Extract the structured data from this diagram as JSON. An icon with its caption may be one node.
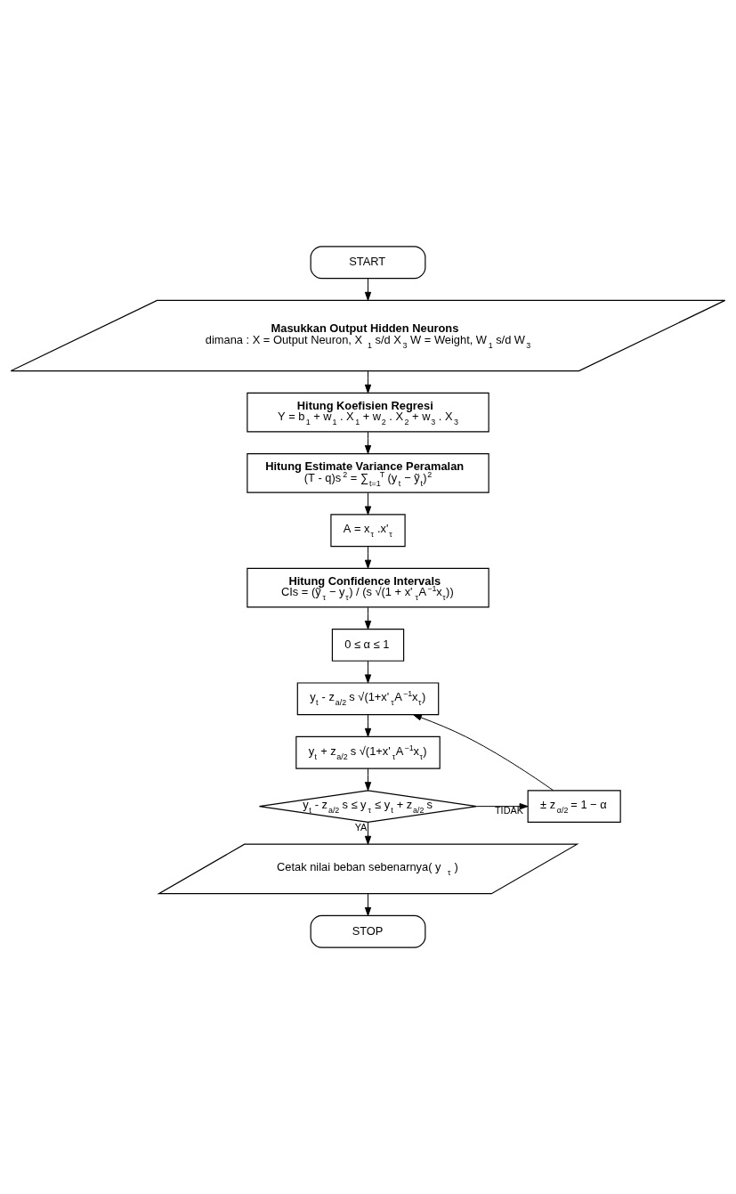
{
  "diagram": {
    "nodes": [
      {
        "text": [
          "START"
        ]
      },
      {
        "text": [
          "Masukkan Output Hidden Neurons",
          "dimana : X = Output Neuron, X$_{1}$ s/d X$_{3}$ W = Weight, W$_{1}$ s/d W$_{3}$"
        ]
      },
      {
        "text": [
          "Hitung Koefisien Regresi",
          "Y = b$_{1}$ + w$_{1}$ . X$_{1}$ + w$_{2}$ . X$_{2}$ + w$_{3}$ . X$_{3}$"
        ]
      },
      {
        "text": [
          "Hitung Estimate Variance Peramalan",
          "(T - q)s$^{2}$ = ∑$_{t=1}$$^{T}$ (y$_{t}$ − ỹ$_{t}$)$^{2}$"
        ]
      },
      {
        "text": [
          "A = x$_{τ}$ .x'$_{τ}$"
        ]
      },
      {
        "text": [
          "Hitung Confidence Intervals",
          "CIs = (ỹ$_{τ}$ − y$_{τ}$) / (s √(1 + x'$_{τ}$A$^{−1}$x$_{τ}$))"
        ]
      },
      {
        "text": [
          "0 ≤ α ≤ 1"
        ]
      },
      {
        "text": [
          "y$_{t}$ - z$_{a/2}$ s √(1+x'$_{τ}$A$^{−1}$x$_{τ}$)"
        ]
      },
      {
        "text": [
          "y$_{t}$ + z$_{a/2}$ s √(1+x'$_{τ}$A$^{−1}$x$_{τ}$)"
        ]
      },
      {
        "text": [
          "y$_{t}$ - z$_{a/2}$ s ≤ y$_{τ}$ ≤ y$_{t}$ + z$_{a/2}$ s"
        ]
      },
      {
        "text": [
          "± z$_{α/2}$ = 1 − α"
        ]
      },
      {
        "text": [
          "Cetak nilai beban sebenarnya( y$_{τ}$ )"
        ]
      },
      {
        "text": [
          "STOP"
        ]
      }
    ],
    "edges": [
      {
        "from": 0,
        "to": 1,
        "arrow": "to"
      },
      {
        "from": 1,
        "to": 2,
        "arrow": "to"
      },
      {
        "from": 2,
        "to": 3,
        "arrow": "to"
      },
      {
        "from": 3,
        "to": 4,
        "arrow": "to"
      },
      {
        "from": 4,
        "to": 5,
        "arrow": "to"
      },
      {
        "from": 5,
        "to": 6,
        "arrow": "to"
      },
      {
        "from": 6,
        "to": 7,
        "arrow": "to"
      },
      {
        "from": 7,
        "to": 8,
        "arrow": "to"
      },
      {
        "from": 8,
        "to": 9,
        "arrow": "to"
      },
      {
        "from": 9,
        "to": 10,
        "arrow": "to",
        "label": "TIDAK"
      },
      {
        "from": 10,
        "to": 7,
        "arrow": "to"
      },
      {
        "from": 9,
        "to": 11,
        "arrow": "to",
        "label": "YA"
      },
      {
        "from": 11,
        "to": 12,
        "arrow": "to"
      }
    ]
  }
}
